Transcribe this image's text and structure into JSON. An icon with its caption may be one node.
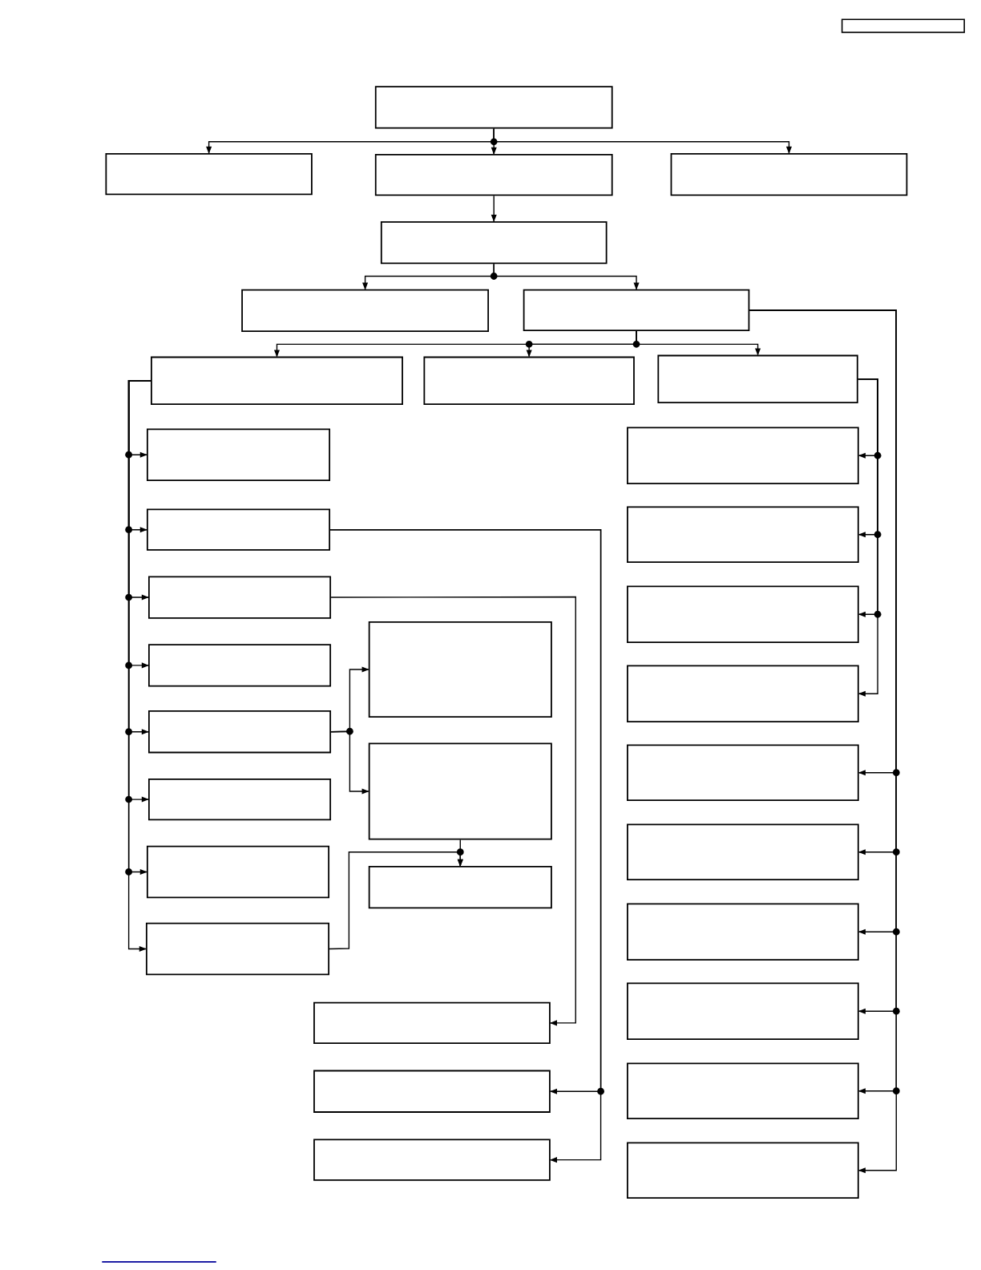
{
  "diagram": {
    "nodes": [
      {
        "text": [],
        "shape": "box"
      },
      {
        "text": [],
        "shape": "box"
      },
      {
        "text": [],
        "shape": "box"
      },
      {
        "text": [],
        "shape": "box"
      },
      {
        "text": [],
        "shape": "box"
      },
      {
        "text": [],
        "shape": "box"
      },
      {
        "text": [],
        "shape": "box"
      },
      {
        "text": [],
        "shape": "box"
      },
      {
        "text": [],
        "shape": "box"
      },
      {
        "text": [],
        "shape": "box"
      },
      {
        "text": [],
        "shape": "box"
      },
      {
        "text": [],
        "shape": "box"
      },
      {
        "text": [],
        "shape": "box"
      },
      {
        "text": [],
        "shape": "box"
      },
      {
        "text": [],
        "shape": "box"
      },
      {
        "text": [],
        "shape": "box"
      },
      {
        "text": [],
        "shape": "box"
      },
      {
        "text": [],
        "shape": "box"
      },
      {
        "text": [],
        "shape": "box"
      },
      {
        "text": [],
        "shape": "box"
      },
      {
        "text": [],
        "shape": "box"
      },
      {
        "text": [],
        "shape": "box"
      },
      {
        "text": [],
        "shape": "box"
      },
      {
        "text": [],
        "shape": "box"
      },
      {
        "text": [],
        "shape": "box"
      },
      {
        "text": [],
        "shape": "box"
      },
      {
        "text": [],
        "shape": "box"
      },
      {
        "text": [],
        "shape": "box"
      },
      {
        "text": [],
        "shape": "box"
      },
      {
        "text": [],
        "shape": "box"
      },
      {
        "text": [],
        "shape": "box"
      },
      {
        "text": [],
        "shape": "box"
      },
      {
        "text": [],
        "shape": "box"
      },
      {
        "text": [],
        "shape": "box"
      }
    ],
    "edges": [
      {
        "from": 0,
        "to": 1,
        "arrow": "to"
      },
      {
        "from": 0,
        "to": 2,
        "arrow": "to"
      },
      {
        "from": 0,
        "to": 3,
        "arrow": "to"
      },
      {
        "from": 2,
        "to": 4,
        "arrow": "to"
      },
      {
        "from": 4,
        "to": 5,
        "arrow": "to"
      },
      {
        "from": 4,
        "to": 6,
        "arrow": "to"
      },
      {
        "from": 6,
        "to": 7,
        "arrow": "to"
      },
      {
        "from": 6,
        "to": 8,
        "arrow": "to"
      },
      {
        "from": 6,
        "to": 9,
        "arrow": "to"
      },
      {
        "from": 7,
        "to": 10,
        "arrow": "to"
      },
      {
        "from": 7,
        "to": 11,
        "arrow": "to"
      },
      {
        "from": 7,
        "to": 12,
        "arrow": "to"
      },
      {
        "from": 7,
        "to": 13,
        "arrow": "to"
      },
      {
        "from": 7,
        "to": 14,
        "arrow": "to"
      },
      {
        "from": 7,
        "to": 15,
        "arrow": "to"
      },
      {
        "from": 7,
        "to": 16,
        "arrow": "to"
      },
      {
        "from": 7,
        "to": 17,
        "arrow": "to"
      },
      {
        "from": 11,
        "to": 22,
        "arrow": "to"
      },
      {
        "from": 11,
        "to": 23,
        "arrow": "to"
      },
      {
        "from": 12,
        "to": 21,
        "arrow": "to"
      },
      {
        "from": 14,
        "to": 18,
        "arrow": "to"
      },
      {
        "from": 14,
        "to": 19,
        "arrow": "to"
      },
      {
        "from": 19,
        "to": 20,
        "arrow": "to"
      },
      {
        "from": 17,
        "to": 20,
        "arrow": "to"
      },
      {
        "from": 9,
        "to": 24,
        "arrow": "to"
      },
      {
        "from": 9,
        "to": 25,
        "arrow": "to"
      },
      {
        "from": 9,
        "to": 26,
        "arrow": "to"
      },
      {
        "from": 9,
        "to": 27,
        "arrow": "to"
      },
      {
        "from": 6,
        "to": 28,
        "arrow": "to"
      },
      {
        "from": 6,
        "to": 29,
        "arrow": "to"
      },
      {
        "from": 6,
        "to": 30,
        "arrow": "to"
      },
      {
        "from": 6,
        "to": 31,
        "arrow": "to"
      },
      {
        "from": 6,
        "to": 32,
        "arrow": "to"
      },
      {
        "from": 6,
        "to": 33,
        "arrow": "to"
      }
    ]
  }
}
